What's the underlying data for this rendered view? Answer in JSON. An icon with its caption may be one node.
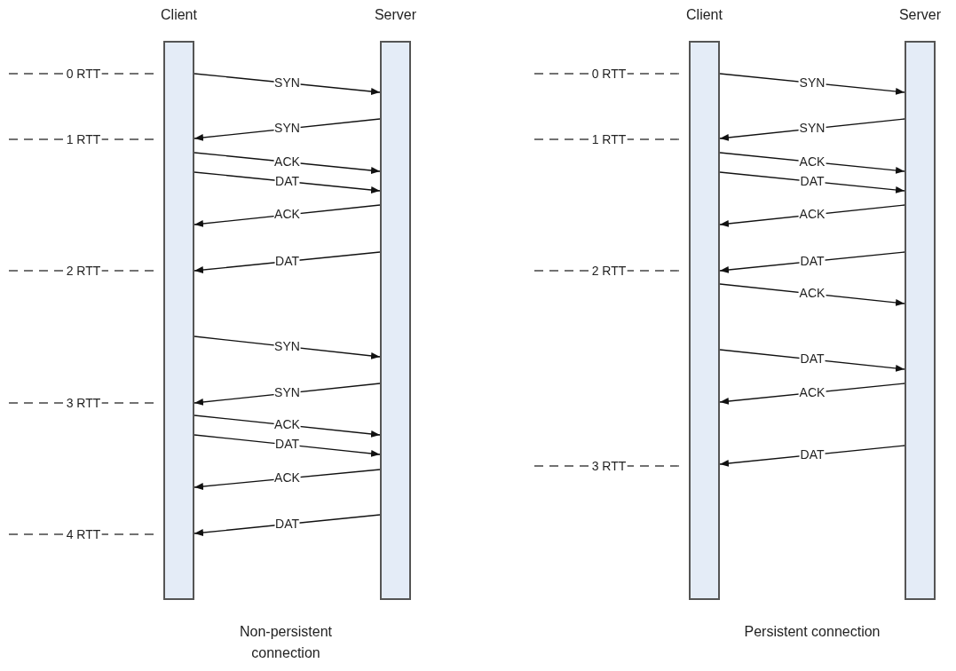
{
  "diagram": {
    "nodes": [
      {
        "text": [
          "Client"
        ]
      },
      {
        "text": [
          "Server"
        ]
      },
      {
        "text": [
          "Client"
        ]
      },
      {
        "text": [
          "Server"
        ]
      }
    ],
    "edges": [
      {
        "from": 0,
        "to": 1,
        "arrow": "to",
        "label": "SYN"
      },
      {
        "from": 1,
        "to": 0,
        "arrow": "to",
        "label": "SYN"
      },
      {
        "from": 0,
        "to": 1,
        "arrow": "to",
        "label": "ACK"
      },
      {
        "from": 0,
        "to": 1,
        "arrow": "to",
        "label": "DAT"
      },
      {
        "from": 1,
        "to": 0,
        "arrow": "to",
        "label": "ACK"
      },
      {
        "from": 1,
        "to": 0,
        "arrow": "to",
        "label": "DAT"
      },
      {
        "from": 0,
        "to": 1,
        "arrow": "to",
        "label": "SYN"
      },
      {
        "from": 1,
        "to": 0,
        "arrow": "to",
        "label": "SYN"
      },
      {
        "from": 0,
        "to": 1,
        "arrow": "to",
        "label": "ACK"
      },
      {
        "from": 0,
        "to": 1,
        "arrow": "to",
        "label": "DAT"
      },
      {
        "from": 1,
        "to": 0,
        "arrow": "to",
        "label": "ACK"
      },
      {
        "from": 1,
        "to": 0,
        "arrow": "to",
        "label": "DAT"
      },
      {
        "from": 2,
        "to": 3,
        "arrow": "to",
        "label": "SYN"
      },
      {
        "from": 3,
        "to": 2,
        "arrow": "to",
        "label": "SYN"
      },
      {
        "from": 2,
        "to": 3,
        "arrow": "to",
        "label": "ACK"
      },
      {
        "from": 2,
        "to": 3,
        "arrow": "to",
        "label": "DAT"
      },
      {
        "from": 3,
        "to": 2,
        "arrow": "to",
        "label": "ACK"
      },
      {
        "from": 3,
        "to": 2,
        "arrow": "to",
        "label": "DAT"
      },
      {
        "from": 2,
        "to": 3,
        "arrow": "to",
        "label": "ACK"
      },
      {
        "from": 2,
        "to": 3,
        "arrow": "to",
        "label": "DAT"
      },
      {
        "from": 3,
        "to": 2,
        "arrow": "to",
        "label": "ACK"
      },
      {
        "from": 3,
        "to": 2,
        "arrow": "to",
        "label": "DAT"
      }
    ],
    "labels": [
      "0 RTT",
      "1 RTT",
      "2 RTT",
      "3 RTT",
      "4 RTT",
      "0 RTT",
      "1 RTT",
      "2 RTT",
      "3 RTT",
      "Non-persistent connection",
      "Persistent connection"
    ]
  }
}
